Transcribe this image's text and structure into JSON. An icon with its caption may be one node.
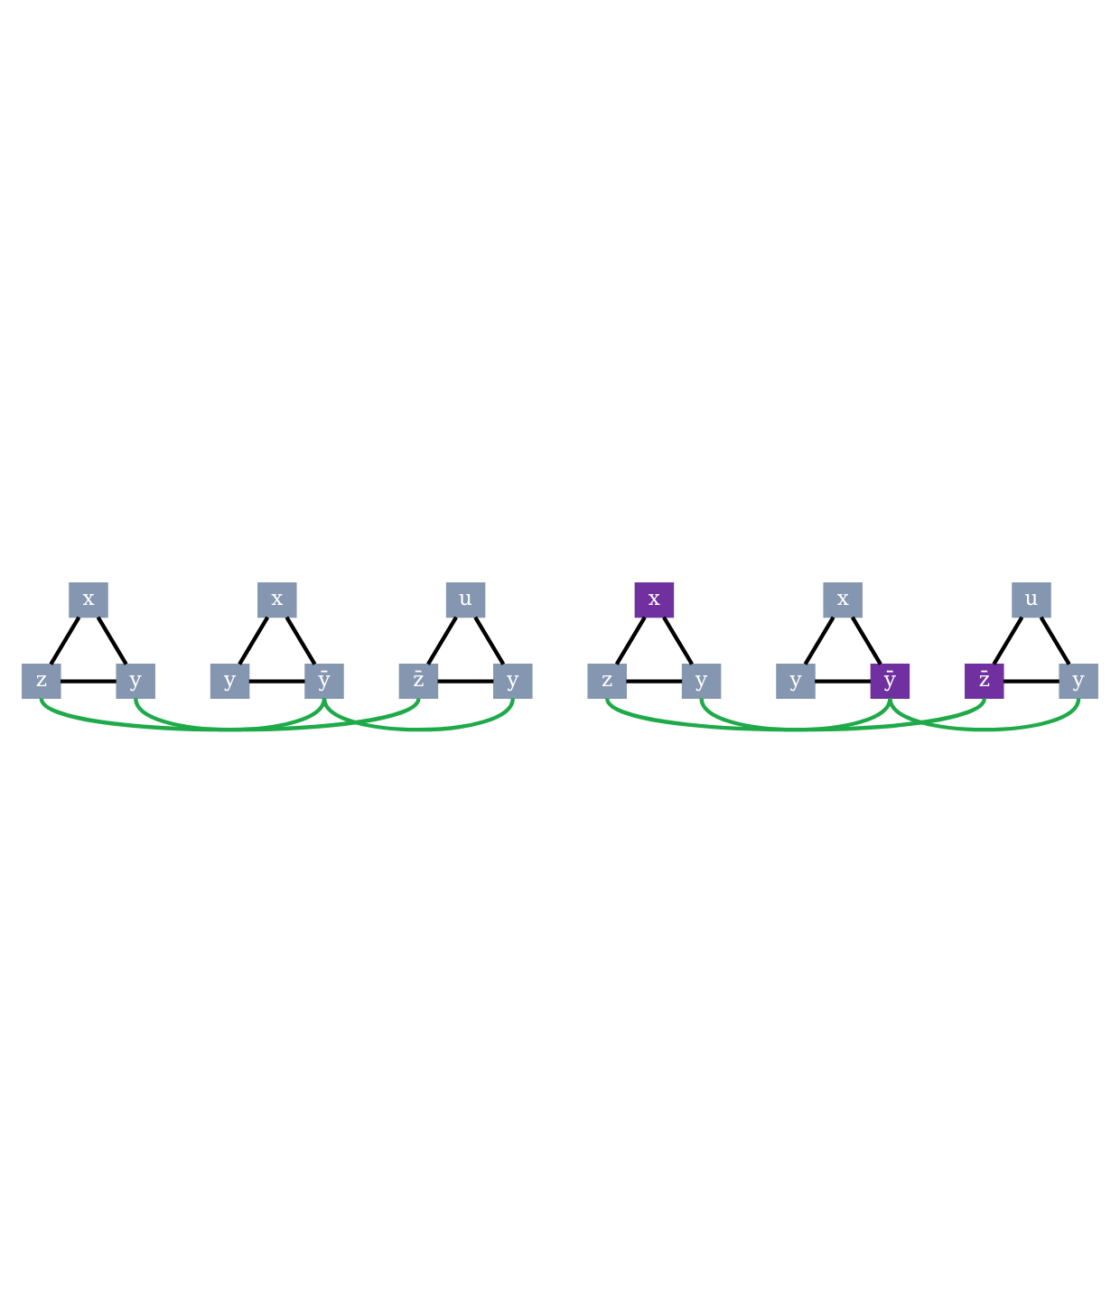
{
  "diagram": {
    "nodes": [
      {
        "text": [
          "x"
        ]
      },
      {
        "text": [
          "z"
        ]
      },
      {
        "text": [
          "y"
        ]
      },
      {
        "text": [
          "x"
        ]
      },
      {
        "text": [
          "y"
        ]
      },
      {
        "text": [
          "ȳ"
        ]
      },
      {
        "text": [
          "u"
        ]
      },
      {
        "text": [
          "z̄"
        ]
      },
      {
        "text": [
          "y"
        ]
      },
      {
        "text": [
          "x"
        ]
      },
      {
        "text": [
          "z"
        ]
      },
      {
        "text": [
          "y"
        ]
      },
      {
        "text": [
          "x"
        ]
      },
      {
        "text": [
          "y"
        ]
      },
      {
        "text": [
          "ȳ"
        ]
      },
      {
        "text": [
          "u"
        ]
      },
      {
        "text": [
          "z̄"
        ]
      },
      {
        "text": [
          "y"
        ]
      }
    ],
    "edges": [
      {
        "from": 0,
        "to": 1,
        "arrow": "none"
      },
      {
        "from": 0,
        "to": 2,
        "arrow": "none"
      },
      {
        "from": 1,
        "to": 2,
        "arrow": "none"
      },
      {
        "from": 3,
        "to": 4,
        "arrow": "none"
      },
      {
        "from": 3,
        "to": 5,
        "arrow": "none"
      },
      {
        "from": 4,
        "to": 5,
        "arrow": "none"
      },
      {
        "from": 6,
        "to": 7,
        "arrow": "none"
      },
      {
        "from": 6,
        "to": 8,
        "arrow": "none"
      },
      {
        "from": 7,
        "to": 8,
        "arrow": "none"
      },
      {
        "from": 2,
        "to": 5,
        "arrow": "none",
        "color": "#1faa4a"
      },
      {
        "from": 1,
        "to": 7,
        "arrow": "none",
        "color": "#1faa4a"
      },
      {
        "from": 5,
        "to": 8,
        "arrow": "none",
        "color": "#1faa4a"
      },
      {
        "from": 9,
        "to": 10,
        "arrow": "none"
      },
      {
        "from": 9,
        "to": 11,
        "arrow": "none"
      },
      {
        "from": 10,
        "to": 11,
        "arrow": "none"
      },
      {
        "from": 12,
        "to": 13,
        "arrow": "none"
      },
      {
        "from": 12,
        "to": 14,
        "arrow": "none"
      },
      {
        "from": 13,
        "to": 14,
        "arrow": "none"
      },
      {
        "from": 15,
        "to": 16,
        "arrow": "none"
      },
      {
        "from": 15,
        "to": 17,
        "arrow": "none"
      },
      {
        "from": 16,
        "to": 17,
        "arrow": "none"
      },
      {
        "from": 11,
        "to": 14,
        "arrow": "none",
        "color": "#1faa4a"
      },
      {
        "from": 10,
        "to": 16,
        "arrow": "none",
        "color": "#1faa4a"
      },
      {
        "from": 14,
        "to": 17,
        "arrow": "none",
        "color": "#1faa4a"
      }
    ]
  }
}
